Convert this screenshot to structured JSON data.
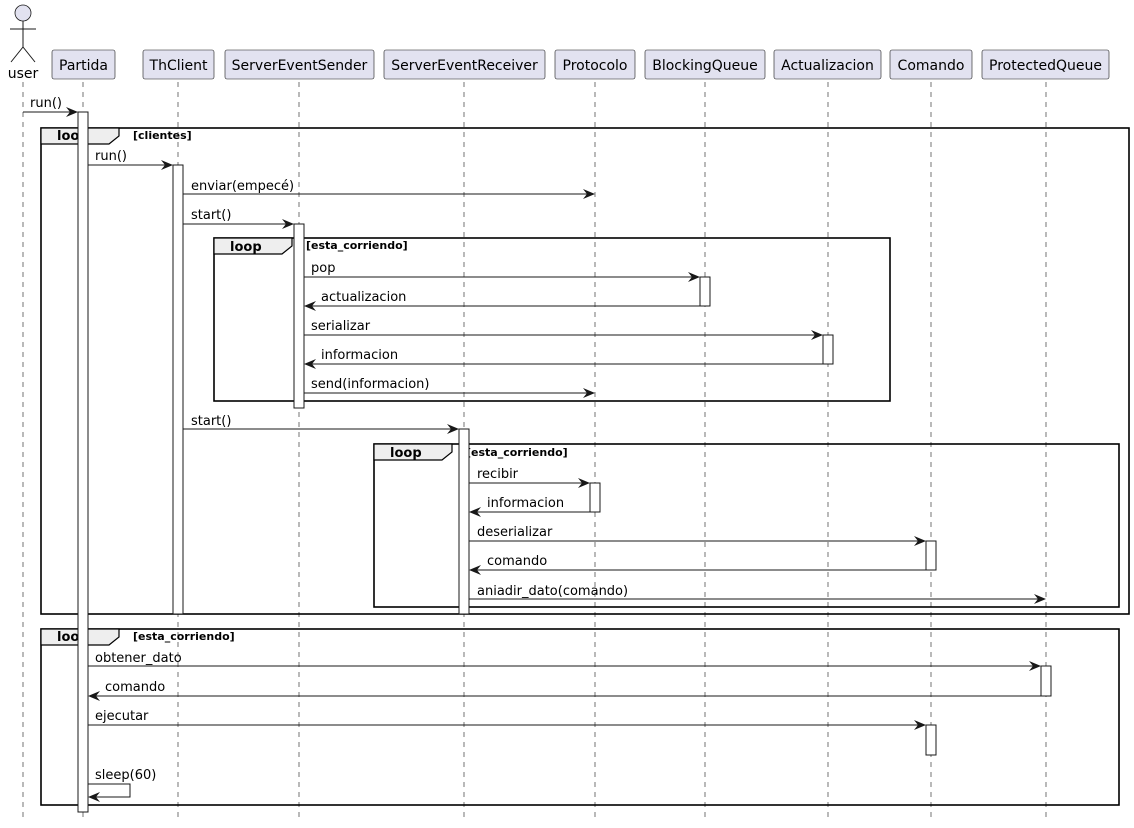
{
  "participants": [
    {
      "id": "user",
      "label": "user",
      "kind": "actor"
    },
    {
      "id": "partida",
      "label": "Partida",
      "kind": "participant"
    },
    {
      "id": "thclient",
      "label": "ThClient",
      "kind": "participant"
    },
    {
      "id": "sender",
      "label": "ServerEventSender",
      "kind": "participant"
    },
    {
      "id": "receiver",
      "label": "ServerEventReceiver",
      "kind": "participant"
    },
    {
      "id": "protocolo",
      "label": "Protocolo",
      "kind": "participant"
    },
    {
      "id": "bqueue",
      "label": "BlockingQueue",
      "kind": "participant"
    },
    {
      "id": "actualizacion",
      "label": "Actualizacion",
      "kind": "participant"
    },
    {
      "id": "comando",
      "label": "Comando",
      "kind": "participant"
    },
    {
      "id": "pqueue",
      "label": "ProtectedQueue",
      "kind": "participant"
    }
  ],
  "loops": [
    {
      "keyword": "loop",
      "guard": "[clientes]"
    },
    {
      "keyword": "loop",
      "guard": "[esta_corriendo]"
    },
    {
      "keyword": "loop",
      "guard": "[esta_corriendo]"
    },
    {
      "keyword": "loop",
      "guard": "[esta_corriendo]"
    }
  ],
  "messages": [
    {
      "from": "user",
      "to": "partida",
      "label": "run()",
      "type": "sync"
    },
    {
      "from": "partida",
      "to": "thclient",
      "label": "run()",
      "type": "sync"
    },
    {
      "from": "thclient",
      "to": "protocolo",
      "label": "enviar(empecé)",
      "type": "sync"
    },
    {
      "from": "thclient",
      "to": "sender",
      "label": "start()",
      "type": "sync"
    },
    {
      "from": "sender",
      "to": "bqueue",
      "label": "pop",
      "type": "sync"
    },
    {
      "from": "bqueue",
      "to": "sender",
      "label": "actualizacion",
      "type": "return"
    },
    {
      "from": "sender",
      "to": "actualizacion",
      "label": "serializar",
      "type": "sync"
    },
    {
      "from": "actualizacion",
      "to": "sender",
      "label": "informacion",
      "type": "return"
    },
    {
      "from": "sender",
      "to": "protocolo",
      "label": "send(informacion)",
      "type": "sync"
    },
    {
      "from": "thclient",
      "to": "receiver",
      "label": "start()",
      "type": "sync"
    },
    {
      "from": "receiver",
      "to": "protocolo",
      "label": "recibir",
      "type": "sync"
    },
    {
      "from": "protocolo",
      "to": "receiver",
      "label": "informacion",
      "type": "return"
    },
    {
      "from": "receiver",
      "to": "comando",
      "label": "deserializar",
      "type": "sync"
    },
    {
      "from": "comando",
      "to": "receiver",
      "label": "comando",
      "type": "return"
    },
    {
      "from": "receiver",
      "to": "pqueue",
      "label": "aniadir_dato(comando)",
      "type": "sync"
    },
    {
      "from": "partida",
      "to": "pqueue",
      "label": "obtener_dato",
      "type": "sync"
    },
    {
      "from": "pqueue",
      "to": "partida",
      "label": "comando",
      "type": "return"
    },
    {
      "from": "partida",
      "to": "comando",
      "label": "ejecutar",
      "type": "sync"
    },
    {
      "from": "partida",
      "to": "partida",
      "label": "sleep(60)",
      "type": "self"
    }
  ],
  "colors": {
    "participant_fill": "#E2E2F0",
    "line": "#181818",
    "tab_fill": "#EEEEEE",
    "background": "#FFFFFF"
  }
}
